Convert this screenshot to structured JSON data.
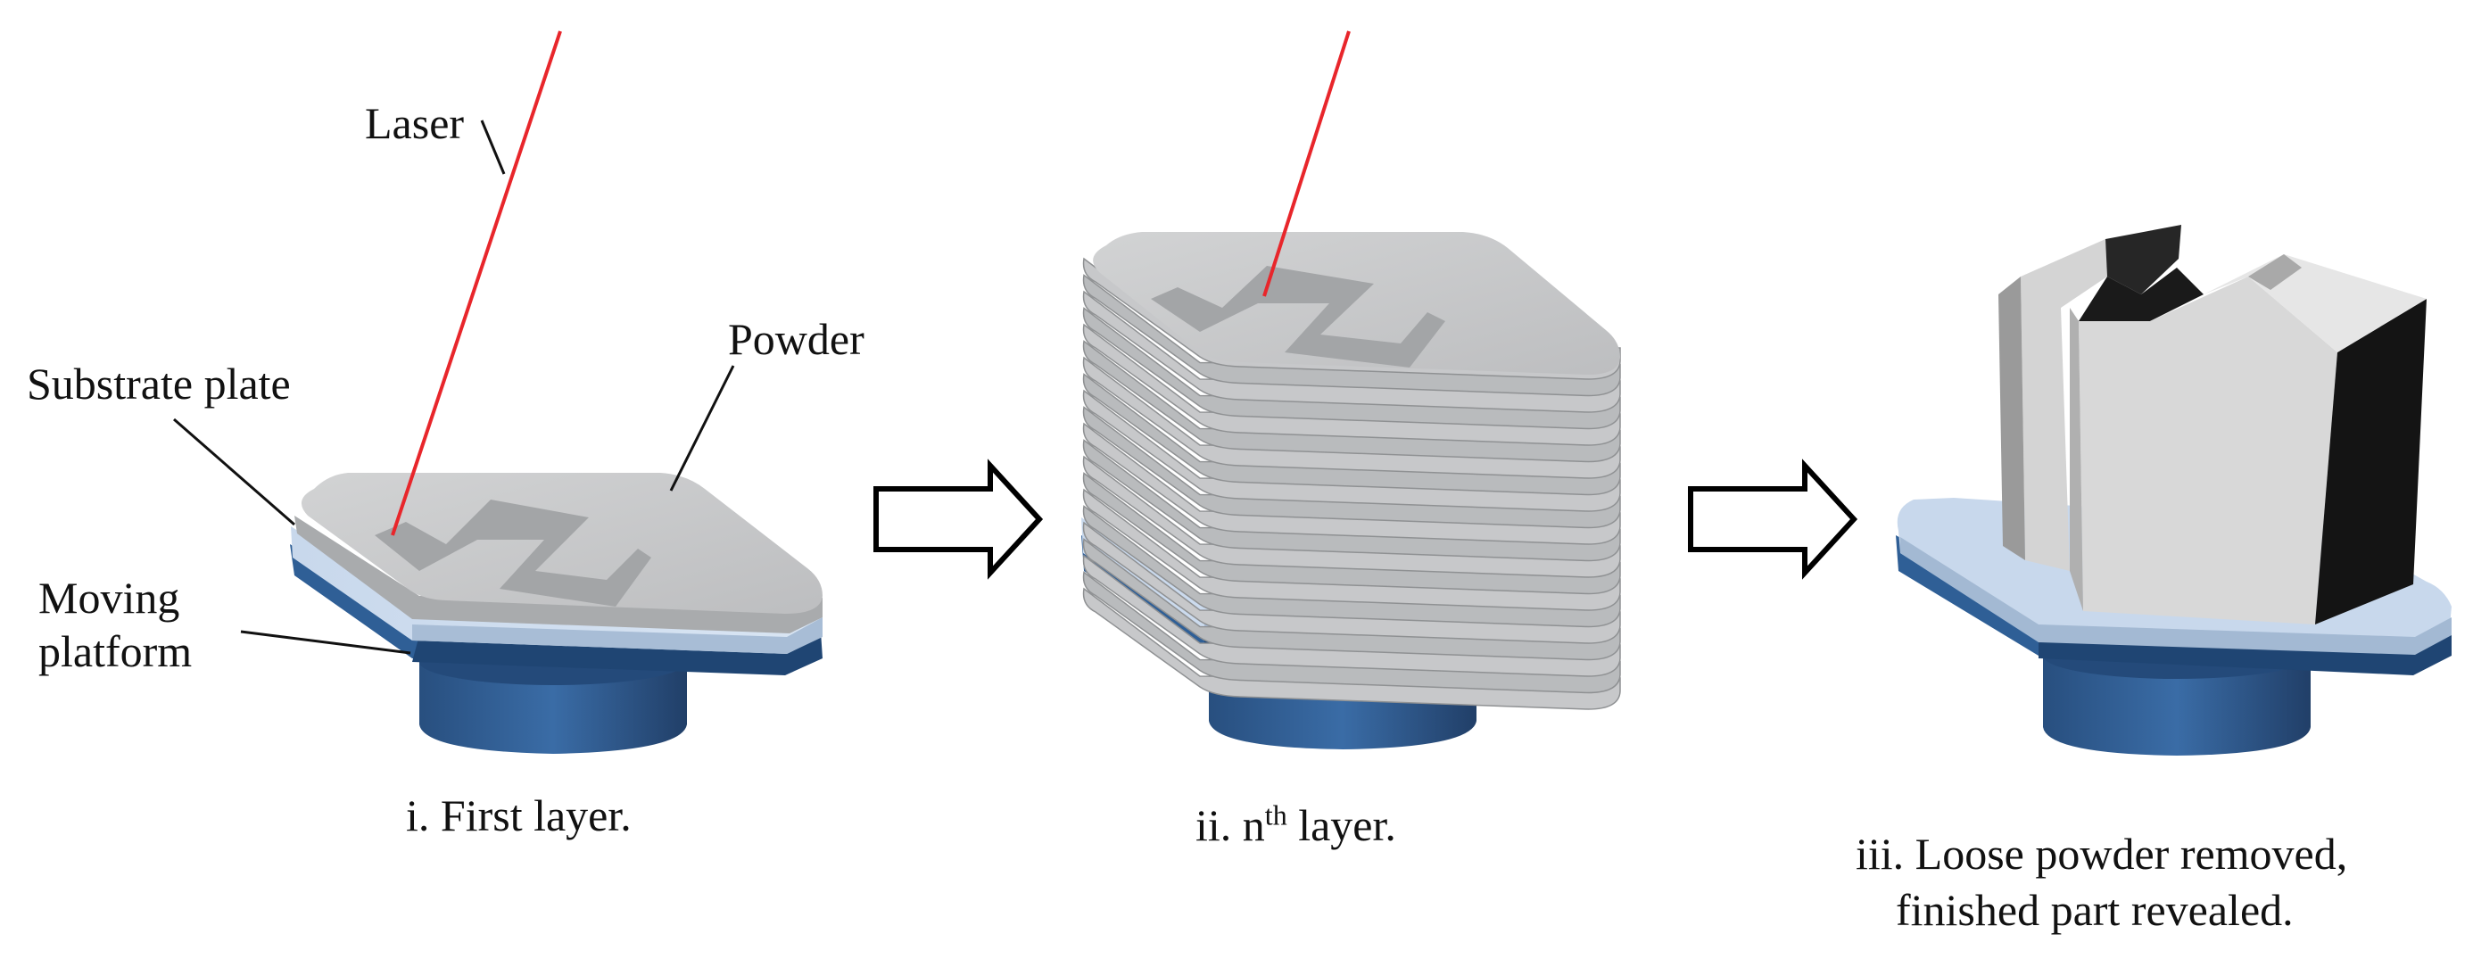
{
  "labels": {
    "laser": "Laser",
    "powder": "Powder",
    "substrate_plate": "Substrate plate",
    "moving_platform_line1": "Moving",
    "moving_platform_line2": "platform"
  },
  "captions": {
    "step1": "i. First layer.",
    "step2_prefix": "ii. n",
    "step2_sup": "th",
    "step2_suffix": " layer.",
    "step3_line1": "iii. Loose powder removed,",
    "step3_line2": "finished part revealed."
  },
  "colors": {
    "laser": "#e8262b",
    "powder_top": "#c9cacb",
    "powder_side": "#a9abad",
    "part_mark": "#a3a5a7",
    "substrate": "#c6d6ea",
    "substrate_dark": "#9fb3cc",
    "platform": "#2f5f96",
    "platform_dark": "#1f4573",
    "part_light": "#d6d6d6",
    "part_mid": "#8e8e8e",
    "part_dark": "#1c1c1c"
  },
  "icons": [
    "right-arrow-icon",
    "right-arrow-icon"
  ]
}
